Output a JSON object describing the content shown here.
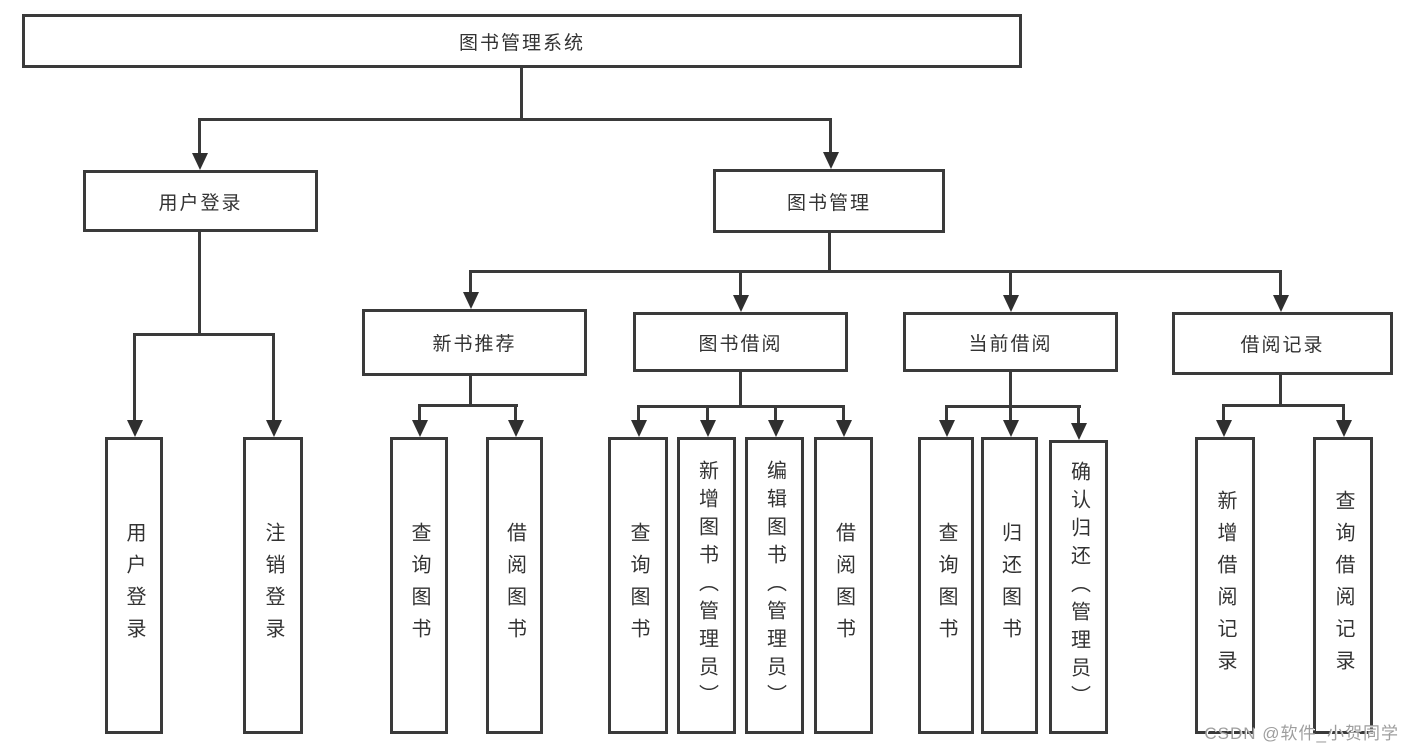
{
  "colors": {
    "line": "#3a3a3a",
    "text": "#333333",
    "watermark": "#9e9e9e",
    "background": "#ffffff"
  },
  "watermark": {
    "text": "CSDN @软件_小贺同学"
  },
  "tree": {
    "root": {
      "label": "图书管理系统"
    },
    "branches": [
      {
        "label": "用户登录",
        "children": [
          {
            "label": "用户登录"
          },
          {
            "label": "注销登录"
          }
        ]
      },
      {
        "label": "图书管理",
        "children": [
          {
            "label": "新书推荐",
            "children": [
              {
                "label": "查询图书"
              },
              {
                "label": "借阅图书"
              }
            ]
          },
          {
            "label": "图书借阅",
            "children": [
              {
                "label": "查询图书"
              },
              {
                "label": "新增图书（管理员）"
              },
              {
                "label": "编辑图书（管理员）"
              },
              {
                "label": "借阅图书"
              }
            ]
          },
          {
            "label": "当前借阅",
            "children": [
              {
                "label": "查询图书"
              },
              {
                "label": "归还图书"
              },
              {
                "label": "确认归还（管理员）"
              }
            ]
          },
          {
            "label": "借阅记录",
            "children": [
              {
                "label": "新增借阅记录"
              },
              {
                "label": "查询借阅记录"
              }
            ]
          }
        ]
      }
    ]
  }
}
